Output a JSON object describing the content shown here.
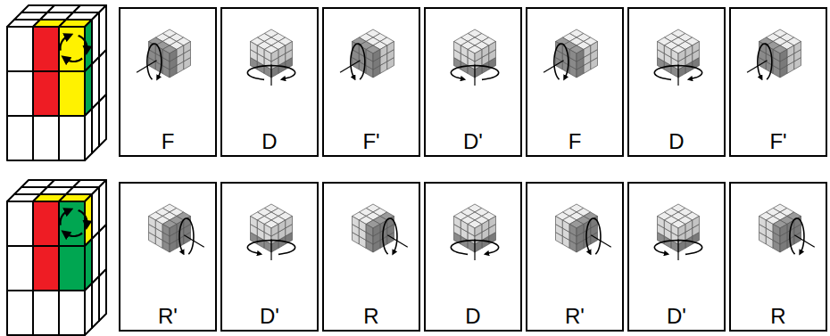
{
  "diagram": {
    "nodes": [
      {
        "text": [
          "F"
        ]
      },
      {
        "text": [
          "D"
        ]
      },
      {
        "text": [
          "F'"
        ]
      },
      {
        "text": [
          "D'"
        ]
      },
      {
        "text": [
          "F"
        ]
      },
      {
        "text": [
          "D"
        ]
      },
      {
        "text": [
          "F'"
        ]
      },
      {
        "text": [
          "R'"
        ]
      },
      {
        "text": [
          "D'"
        ]
      },
      {
        "text": [
          "R"
        ]
      },
      {
        "text": [
          "D"
        ]
      },
      {
        "text": [
          "R'"
        ]
      },
      {
        "text": [
          "D'"
        ]
      },
      {
        "text": [
          "R"
        ]
      }
    ]
  }
}
